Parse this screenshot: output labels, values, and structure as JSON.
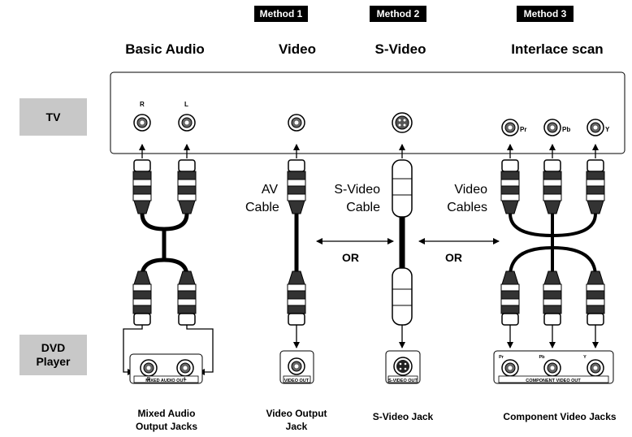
{
  "methods": {
    "method1": "Method 1",
    "method2": "Method 2",
    "method3": "Method 3"
  },
  "columns": {
    "basic_audio": "Basic Audio",
    "video": "Video",
    "s_video": "S-Video",
    "interlace": "Interlace scan"
  },
  "side_labels": {
    "tv": "TV",
    "dvd_line1": "DVD",
    "dvd_line2": "Player"
  },
  "cables": {
    "av_line1": "AV",
    "av_line2": "Cable",
    "svideo_line1": "S-Video",
    "svideo_line2": "Cable",
    "video_line1": "Video",
    "video_line2": "Cables"
  },
  "or_label": "OR",
  "tv_jacks": {
    "r": "R",
    "l": "L",
    "pr": "Pr",
    "pb": "Pb",
    "y": "Y"
  },
  "dvd_panels": {
    "mixed_audio_out": "MIXED AUDIO OUT",
    "r": "R",
    "l": "L",
    "video_out": "VIDEO OUT",
    "s_video_out": "S-VIDEO OUT",
    "component_video_out": "COMPONENT VIDEO OUT",
    "pr": "Pr",
    "pb": "Pb",
    "y": "Y"
  },
  "captions": {
    "mixed_line1": "Mixed Audio",
    "mixed_line2": "Output Jacks",
    "video_line1": "Video Output",
    "video_line2": "Jack",
    "svideo": "S-Video Jack",
    "component": "Component Video Jacks"
  }
}
